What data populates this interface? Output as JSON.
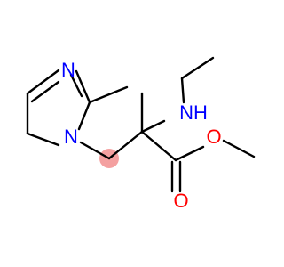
{
  "molecule": {
    "bond_color": "#000000",
    "highlight_color": "#f4a0a0",
    "atom_colors": {
      "N": "#0000ff",
      "O": "#ff0000"
    },
    "labels": {
      "imidazole_n3": "N",
      "imidazole_n1": "N",
      "amine": "NH",
      "ester_o_ether": "O",
      "carbonyl_o": "O"
    }
  }
}
